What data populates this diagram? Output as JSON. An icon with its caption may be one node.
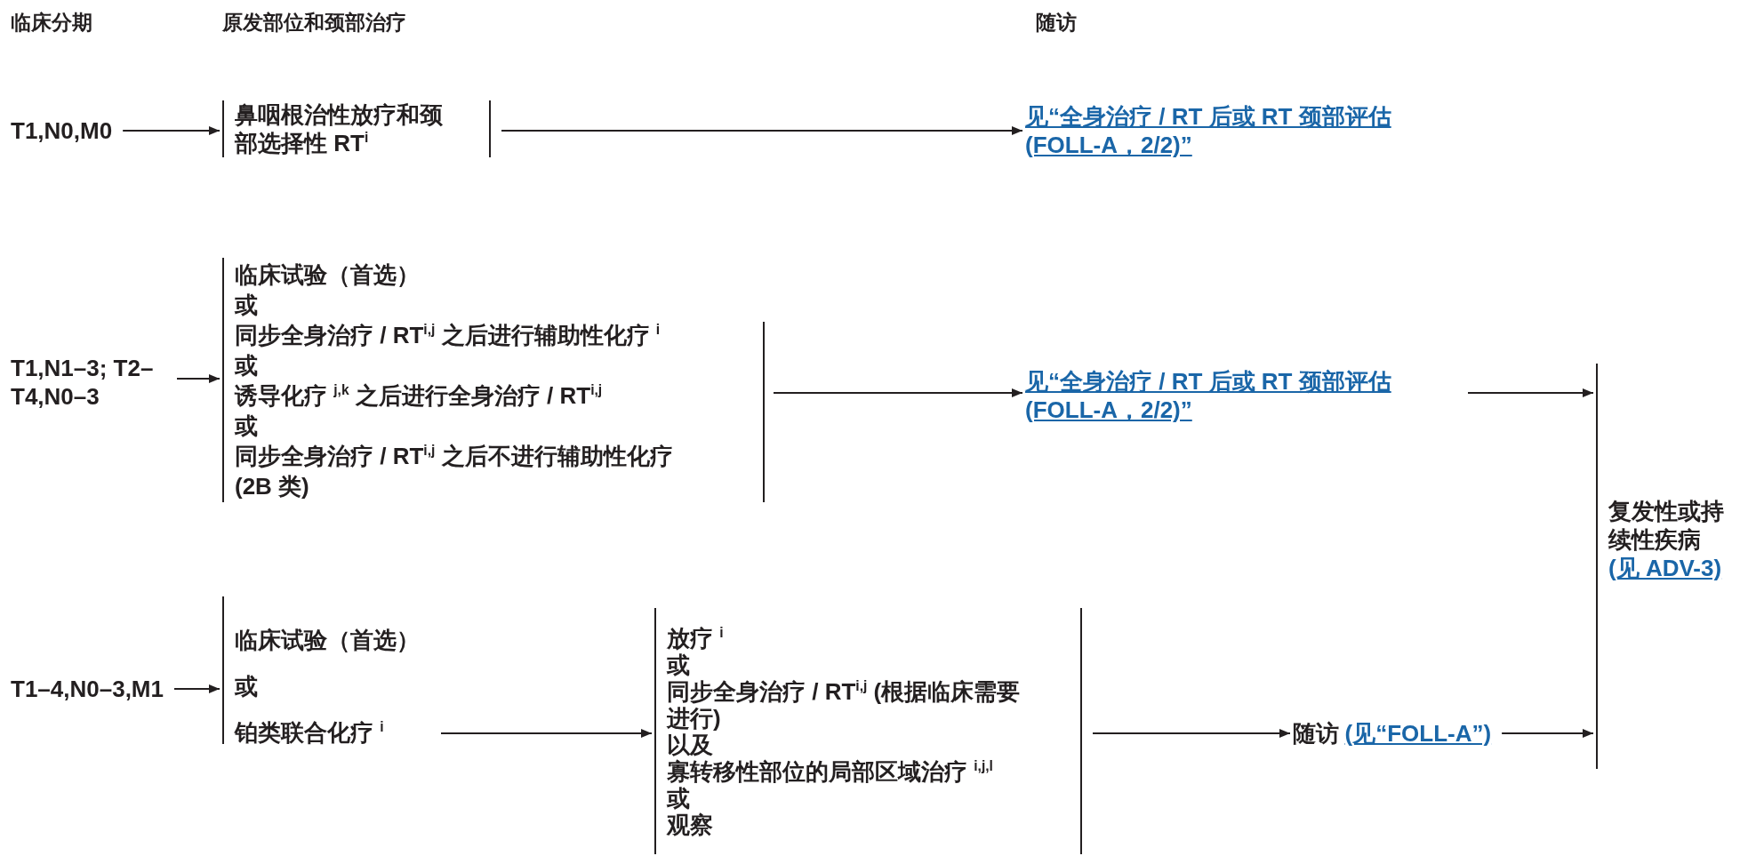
{
  "diagram": {
    "nodes": [
      {
        "text": [
          "T1,N0,M0"
        ]
      },
      {
        "text": [
          "鼻咽根治性放疗和颈部选择性 RT$^{i}$"
        ]
      },
      {
        "text": [
          "见“全身治疗 / RT 后或 RT 颈部评估 (FOLL-A，2/2)”"
        ]
      },
      {
        "text": [
          "T1,N1–3; T2–T4,N0–3"
        ]
      },
      {
        "text": [
          "临床试验（首选）",
          "或",
          "同步全身治疗 / RT$^{i,j}$ 之后进行辅助性化疗 $^{i}$",
          "或",
          "诱导化疗 $^{j,k}$ 之后进行全身治疗 / RT$^{i,j}$",
          "或",
          "同步全身治疗 / RT$^{i,j}$ 之后不进行辅助性化疗 (2B 类)"
        ]
      },
      {
        "text": [
          "见“全身治疗 / RT 后或 RT 颈部评估 (FOLL-A，2/2)”"
        ]
      },
      {
        "text": [
          "复发性或持续性疾病",
          "(见 ADV-3)"
        ]
      },
      {
        "text": [
          "T1–4,N0–3,M1"
        ]
      },
      {
        "text": [
          "临床试验（首选）",
          "或",
          "铂类联合化疗 $^{i}$"
        ]
      },
      {
        "text": [
          "放疗 $^{i}$",
          "或",
          "同步全身治疗 / RT$^{i,j}$ (根据临床需要进行)",
          "以及",
          "寡转移性部位的局部区域治疗 $^{i,j,l}$",
          "或",
          "观察"
        ]
      },
      {
        "text": [
          "随访",
          "(见“FOLL-A”)"
        ]
      }
    ],
    "edges": [
      {
        "from": 0,
        "to": 1,
        "arrow": "to"
      },
      {
        "from": 1,
        "to": 2,
        "arrow": "to"
      },
      {
        "from": 3,
        "to": 4,
        "arrow": "to"
      },
      {
        "from": 4,
        "to": 5,
        "arrow": "to"
      },
      {
        "from": 5,
        "to": 6,
        "arrow": "to"
      },
      {
        "from": 7,
        "to": 8,
        "arrow": "to"
      },
      {
        "from": 8,
        "to": 9,
        "arrow": "to"
      },
      {
        "from": 9,
        "to": 10,
        "arrow": "to"
      },
      {
        "from": 10,
        "to": 6,
        "arrow": "to"
      }
    ],
    "labels": [
      "临床分期",
      "原发部位和颈部治疗",
      "随访"
    ]
  }
}
